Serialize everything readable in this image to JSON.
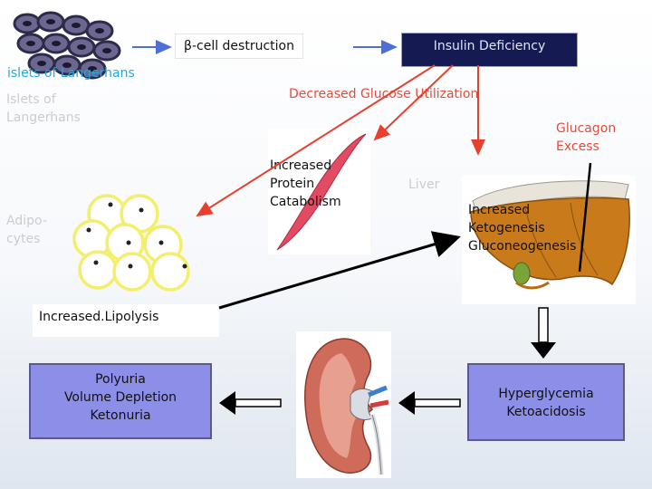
{
  "diagram": {
    "beta_cell_destruction": "β-cell destruction",
    "insulin_deficiency": "Insulin Deficiency",
    "islets_overlay": "islets of Langerhans",
    "islets_label": "Islets of\nLangerhans",
    "decreased_glucose": "Decreased Glucose Utilization",
    "glucagon_excess": "Glucagon\nExcess",
    "increased_protein": "Increased\nProtein\nCatabolism",
    "liver": "Liver",
    "adipocytes": "Adipo-\ncytes",
    "liver_process": "Increased\nKetogenesis\nGluconeogenesis",
    "increased_lipolysis": "Increased.Lipolysis",
    "polyuria_box": "Polyuria\nVolume Depletion\nKetonuria",
    "hyperglycemia_box": "Hyperglycemia\nKetoacidosis"
  },
  "colors": {
    "arrow_red": "#e8402e",
    "arrow_blue": "#4f6fd8",
    "insulin_box": "#161a52",
    "purple_box": "#8c8ee8",
    "purple_box_dark": "#5a5a8c",
    "muscle": "#e34b62",
    "adipocyte_ring": "#f3ef6b"
  }
}
